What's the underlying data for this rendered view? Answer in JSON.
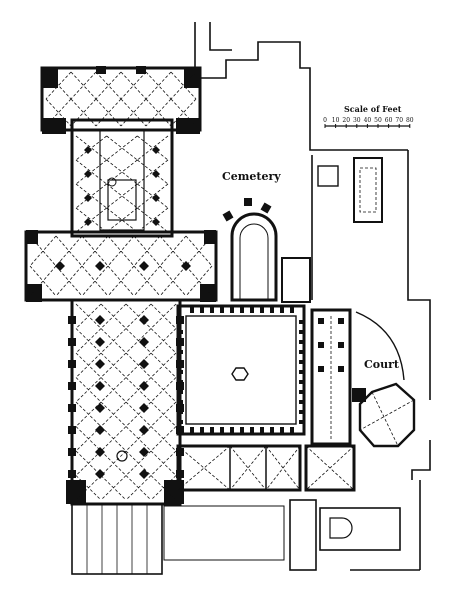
{
  "labels": {
    "scale_title": "Scale of Feet",
    "scale_ticks": [
      "0",
      "10",
      "20",
      "30",
      "40",
      "50",
      "60",
      "70",
      "80"
    ],
    "cemetery": "Cemetery",
    "court": "Court"
  },
  "colors": {
    "ink": "#111111",
    "paper": "#ffffff"
  }
}
